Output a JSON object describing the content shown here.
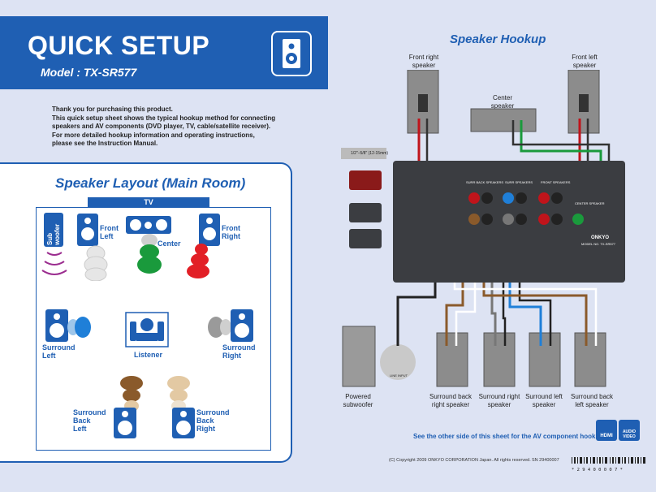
{
  "header": {
    "title": "QUICK SETUP",
    "model": "Model : TX-SR577"
  },
  "intro": {
    "lines": [
      "Thank you for purchasing this product.",
      "This quick setup sheet shows the typical hookup method for connecting",
      "speakers and AV components (DVD player, TV, cable/satellite receiver).",
      "For more detailed hookup information and operating instructions,",
      "please see the Instruction Manual."
    ]
  },
  "layout": {
    "title": "Speaker Layout (Main Room)",
    "tv": "TV",
    "subwoofer": [
      "Sub",
      "woofer"
    ],
    "front_left": [
      "Front",
      "Left"
    ],
    "center": "Center",
    "front_right": [
      "Front",
      "Right"
    ],
    "surround_left": [
      "Surround",
      "Left"
    ],
    "listener": "Listener",
    "surround_right": [
      "Surround",
      "Right"
    ],
    "surround_back_left": [
      "Surround",
      "Back",
      "Left"
    ],
    "surround_back_right": [
      "Surround",
      "Back",
      "Right"
    ]
  },
  "hookup": {
    "title": "Speaker Hookup",
    "front_right": [
      "Front right",
      "speaker"
    ],
    "front_left": [
      "Front left",
      "speaker"
    ],
    "center": [
      "Center",
      "speaker"
    ],
    "wire_strip": "1/2\"–5/8\" (12-15mm)",
    "receiver_brand": "ONKYO",
    "receiver_model": "MODEL NO. TX-SR577",
    "terminals": {
      "surr_back": "SURR BACK SPEAKERS",
      "surr": "SURR SPEAKERS",
      "front": "FRONT SPEAKERS",
      "center": "CENTER SPEAKER"
    },
    "line_input": "LINE INPUT",
    "powered_subwoofer": [
      "Powered",
      "subwoofer"
    ],
    "surround_back_right": [
      "Surround back",
      "right speaker"
    ],
    "surround_right": [
      "Surround right",
      "speaker"
    ],
    "surround_left": [
      "Surround left",
      "speaker"
    ],
    "surround_back_left": [
      "Surround back",
      "left speaker"
    ]
  },
  "footer": {
    "note": "See the other side of this sheet for the AV component hookup.",
    "hdmi": "HDMI",
    "audio_video": [
      "AUDIO",
      "VIDEO"
    ],
    "copyright": "(C) Copyright 2009 ONKYO CORPORATION Japan. All rights reserved.",
    "sn": "SN 29400007",
    "barcode_text": "* 2 9 4 0 0 0 0 7 *"
  },
  "colors": {
    "brand_blue": "#1f5fb3",
    "front_red": "#e21f26",
    "center_green": "#1a9a3c",
    "surround_gray": "#9a9a9a",
    "back_brown": "#8a5a2b",
    "sub_purple": "#9b2d8f"
  }
}
